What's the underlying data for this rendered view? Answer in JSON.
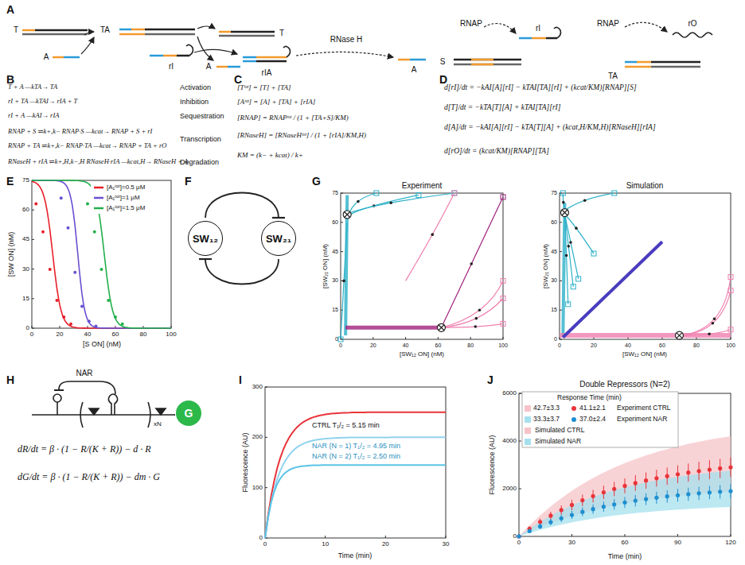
{
  "diagram": {
    "nodes": [
      {
        "text": [
          "SW₁₂"
        ]
      },
      {
        "text": [
          "SW₂₁"
        ]
      },
      {
        "text": [
          "G"
        ]
      }
    ],
    "edges": [
      {
        "from": 0,
        "to": 1,
        "arrow": "to"
      },
      {
        "from": 1,
        "to": 0,
        "arrow": "to"
      }
    ],
    "labels": [
      "A",
      "B",
      "C",
      "D",
      "E",
      "F",
      "G",
      "H",
      "I",
      "J",
      "T",
      "A",
      "TA",
      "rI",
      "A",
      "T",
      "RNase H",
      "rIA",
      "A",
      "RNAP",
      "rI",
      "S",
      "RNAP",
      "rO",
      "TA",
      "T + A —kTA→ TA",
      "rI + TA —kTAI→ rIA + T",
      "rI + A —kAI→ rIA",
      "RNAP + S ⇌k+,k− RNAP·S —kcat→ RNAP + S + rI",
      "RNAP + TA ⇌k+,k− RNAP·TA —kcat→ RNAP + TA + rO",
      "RNaseH + rIA ⇌k+,H,k−,H RNaseH·rIA —kcat,H→ RNaseH + A",
      "Activation",
      "Inhibition",
      "Sequestration",
      "Transcription",
      "Degradation",
      "[Tᵗᵒᵗ] = [T] + [TA]",
      "[Aᵗᵒᵗ] = [A] + [TA] + [rIA]",
      "[RNAP] = RNAPᵗᵒᵗ / (1 + [TA+S]/KM)",
      "[RNaseH] = [RNaseHᵗᵒᵗ] / (1 + [rIA]/KM,H)",
      "KM = (k− + kcat) / k+",
      "d[rI]/dt = −kAI[A][rI] − kTAI[TA][rI] + (kcat/KM)[RNAP][S]",
      "d[T]/dt = −kTA[T][A] + kTAI[TA][rI]",
      "d[A]/dt = −kAI[A][rI] − kTA[T][A] + (kcat,H/KM,H)[RNaseH][rIA]",
      "d[rO]/dt = (kcat/KM)[RNAP][TA]",
      "75",
      "60",
      "45",
      "30",
      "15",
      "0",
      "0",
      "20",
      "40",
      "60",
      "80",
      "100",
      "[SW ON] (nM)",
      "[S ON] (nM)",
      "Experiment",
      "Simulation",
      "75",
      "60",
      "45",
      "30",
      "15",
      "0",
      "0",
      "20",
      "40",
      "60",
      "80",
      "100",
      "[SW₂₁ ON] (nM)",
      "[SW₁₂ ON] (nM)",
      "75",
      "60",
      "45",
      "30",
      "15",
      "0",
      "0",
      "20",
      "40",
      "60",
      "80",
      "100",
      "[SW₂₁ ON] (nM)",
      "[SW₁₂ ON] (nM)",
      "NAR",
      "xN",
      "dR/dt = β · (1 − R/(K + R)) − d · R",
      "dG/dt = β · (1 − R/(K + R)) − dm · G",
      "300",
      "200",
      "100",
      "0",
      "0",
      "10",
      "20",
      "30",
      "Fluorescence (AU)",
      "Time (min)",
      "CTRL T₁/₂ = 5.15 min",
      "NAR (N = 1) T₁/₂ = 4.95 min",
      "NAR (N = 2) T₁/₂ = 2.50 min",
      "Double Repressors (N=2)",
      "Response Time (min)",
      "42.7±3.3",
      "41.1±2.1",
      "33.3±3.7",
      "37.0±2.4",
      "6000",
      "4000",
      "2000",
      "0",
      "0",
      "30",
      "60",
      "90",
      "120",
      "Fluorescence (AU)",
      "Time (min)"
    ],
    "legend": [
      {
        "text": "[A₁ᵗᵒᵗ]=0.5 μM",
        "color": "#e8202a"
      },
      {
        "text": "[A₁ᵗᵒᵗ]=1 μM",
        "color": "#6a4fd0"
      },
      {
        "text": "[A₁ᵗᵒᵗ]=1.5 μM",
        "color": "#22b04b"
      },
      {
        "text": "Experiment CTRL",
        "color": "#e8343a"
      },
      {
        "text": "Experiment NAR",
        "color": "#1e8fd0"
      },
      {
        "text": "Simulated CTRL",
        "color": "#f6c4c8"
      },
      {
        "text": "Simulated NAR",
        "color": "#a6e0ee"
      }
    ]
  }
}
